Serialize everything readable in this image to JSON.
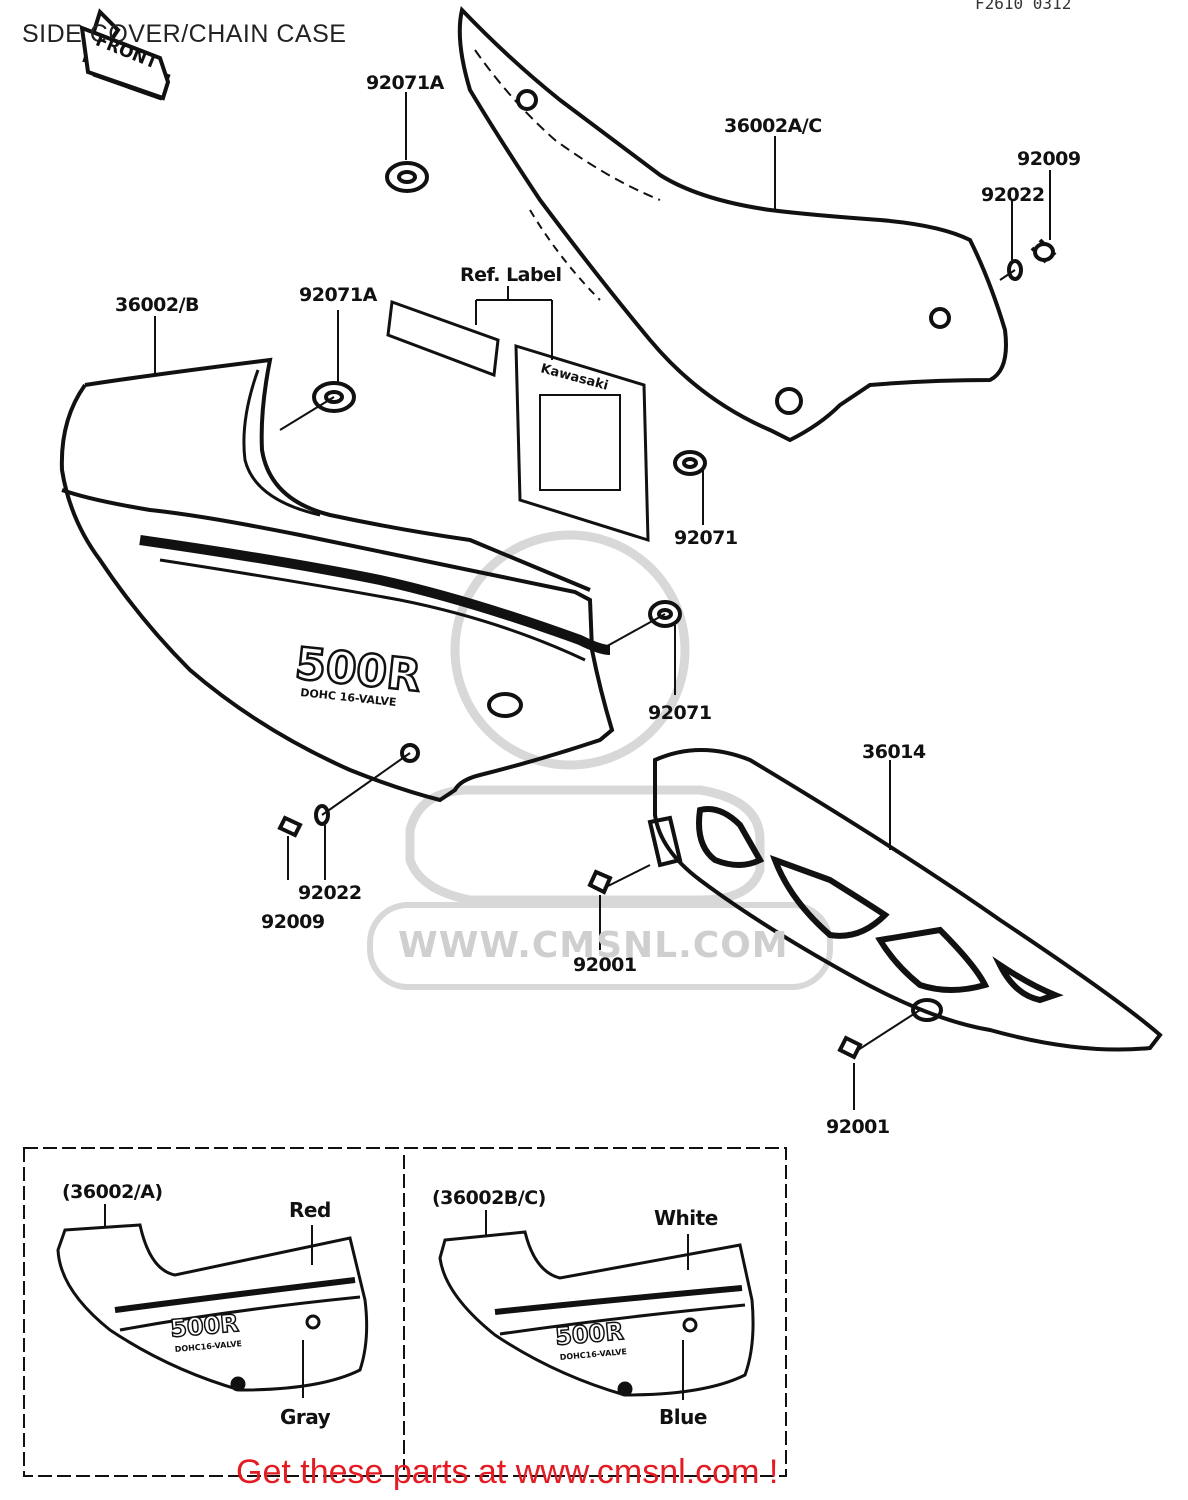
{
  "header": {
    "title": "SIDE COVER/CHAIN CASE",
    "code": "F2610 0312"
  },
  "front_arrow": {
    "label": "FRONT"
  },
  "parts": {
    "p1": "92071A",
    "p2": "36002A/C",
    "p3": "92009",
    "p4": "92022",
    "p5": "Ref. Label",
    "p6": "36002/B",
    "p7": "92071A",
    "p8": "92071",
    "p9": "92071",
    "p10": "36014",
    "p11": "92022",
    "p12": "92009",
    "p13": "92001",
    "p14": "92001"
  },
  "label_art": {
    "brand": "Kawasaki"
  },
  "badge": {
    "model": "500R",
    "sub": "DOHC 16-VALVE"
  },
  "variants": {
    "left": {
      "part": "(36002/A)",
      "top_color": "Red",
      "bottom_color": "Gray",
      "model": "500R",
      "sub": "DOHC16-VALVE"
    },
    "right": {
      "part": "(36002B/C)",
      "top_color": "White",
      "bottom_color": "Blue",
      "model": "500R",
      "sub": "DOHC16-VALVE"
    }
  },
  "watermark": "WWW.CMSNL.COM",
  "footer": {
    "text": "Get these parts at www.cmsnl.com !"
  }
}
